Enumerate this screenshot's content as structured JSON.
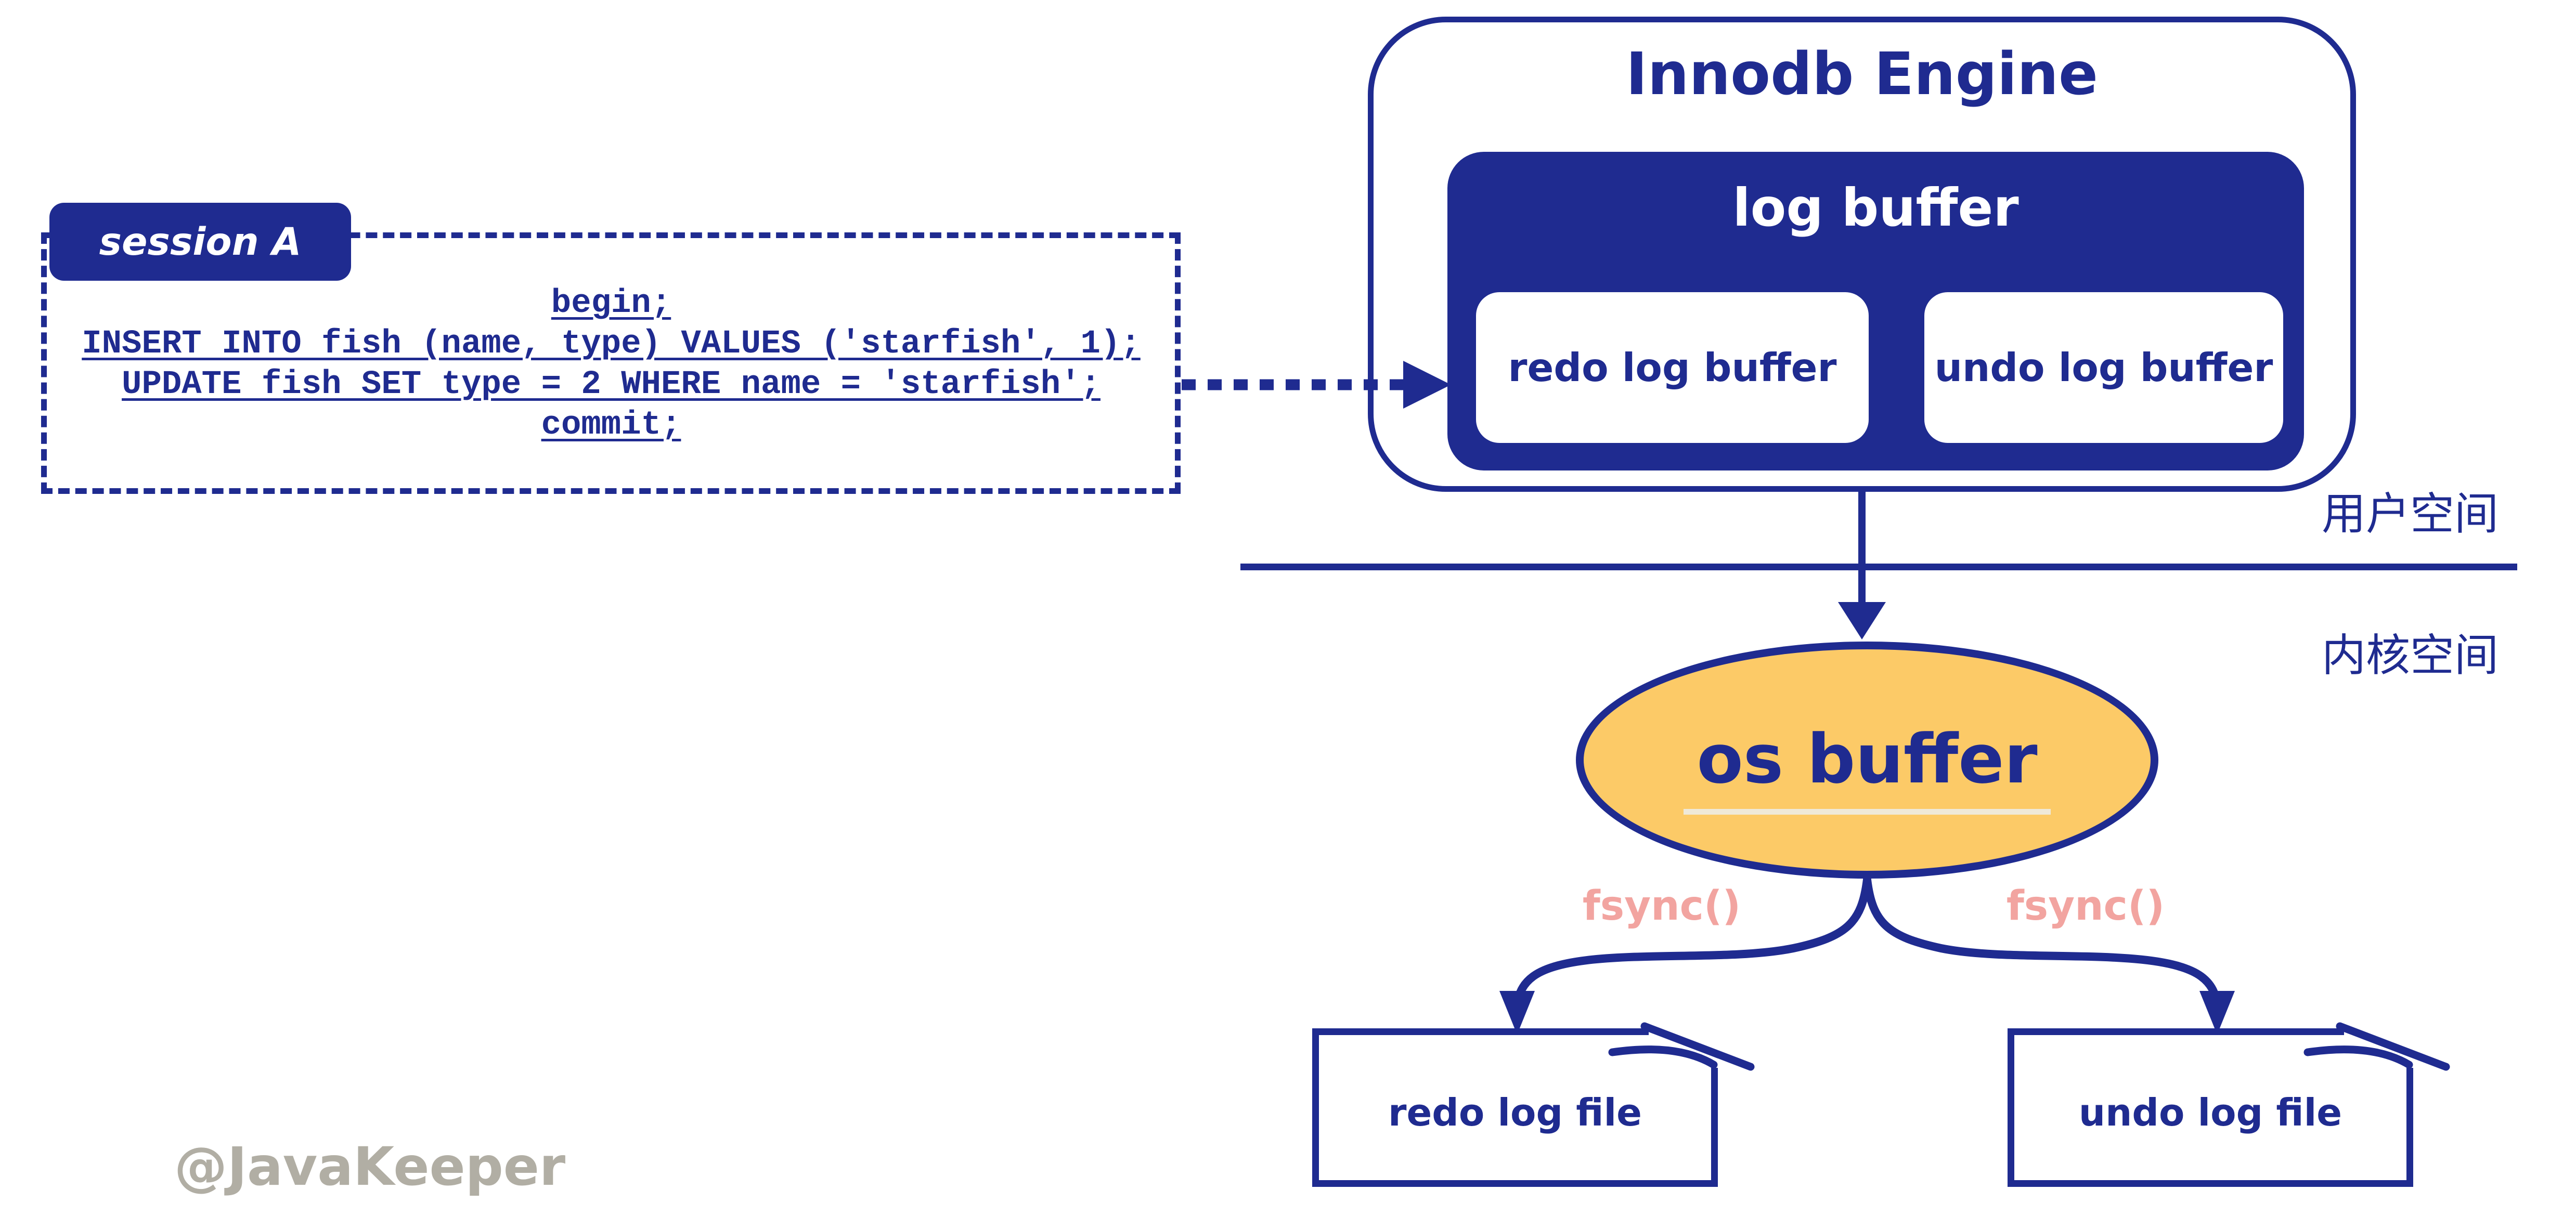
{
  "colors": {
    "navy": "#1f2b90",
    "yellow": "#fcca67",
    "salmon": "#f2a4a0",
    "gray": "#b1aea4",
    "cream": "#efe9d8"
  },
  "innodb": {
    "title": "Innodb Engine",
    "log_buffer": "log buffer",
    "redo_buffer": "redo log buffer",
    "undo_buffer": "undo log buffer"
  },
  "session": {
    "label": "session A",
    "sql_lines": [
      "begin;",
      "INSERT INTO fish (name, type) VALUES ('starfish', 1);",
      "UPDATE fish SET type = 2 WHERE name = 'starfish';",
      "commit;"
    ]
  },
  "spaces": {
    "user": "用户空间",
    "kernel": "内核空间"
  },
  "os_buffer": {
    "label": "os buffer"
  },
  "fsync": {
    "left": "fsync()",
    "right": "fsync()"
  },
  "files": {
    "redo": "redo log file",
    "undo": "undo log file"
  },
  "watermark": "@JavaKeeper"
}
